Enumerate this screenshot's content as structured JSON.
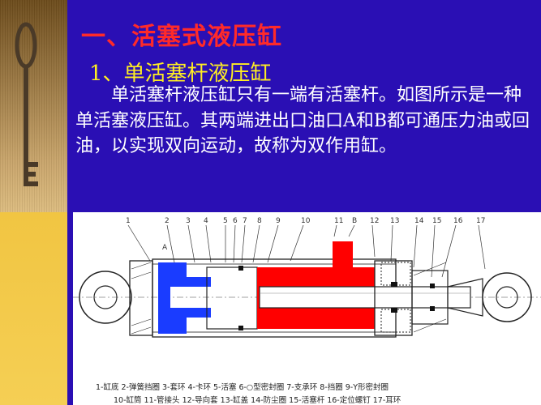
{
  "slide": {
    "title": "一、活塞式液压缸",
    "subtitle": "1、单活塞杆液压缸",
    "paragraph": "　　单活塞杆液压缸只有一端有活塞杆。如图所示是一种单活塞液压缸。其两端进出口油口A和B都可通压力油或回油，以实现双向运动，故称为双作用缸。"
  },
  "diagram": {
    "callouts": [
      "1",
      "2",
      "3",
      "4",
      "5",
      "6",
      "7",
      "8",
      "9",
      "10",
      "11",
      "B",
      "12",
      "13",
      "14",
      "15",
      "16",
      "17",
      "A"
    ],
    "caption_line1": "1-缸底 2-弹簧挡圈 3-套环 4-卡环 5-活塞 6-○型密封圈 7-支承环 8-挡圈 9-Y形密封圈",
    "caption_line2": "10-缸筒 11-管接头 12-导向套 13-缸盖 14-防尘圈 15-活塞杆 16-定位螺钉 17-耳环",
    "colors": {
      "pressure": "#ff0000",
      "return": "#1a3cff"
    }
  }
}
